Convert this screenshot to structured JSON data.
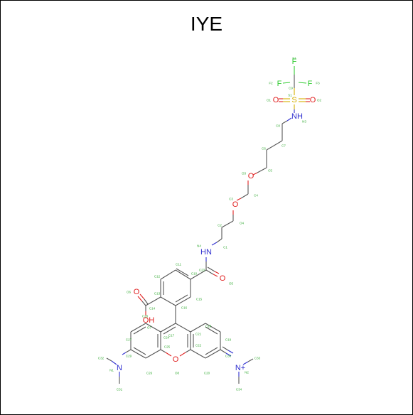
{
  "title": "IYE",
  "colors": {
    "carbon_bond": "#555555",
    "oxygen": "#e02020",
    "nitrogen": "#3030d0",
    "fluorine": "#33cc33",
    "sulfur": "#d4b000",
    "label": "#33aa33"
  },
  "atoms": {
    "F1": "F",
    "F2": "F",
    "F3": "F",
    "S1": "S",
    "O1": "O",
    "O2": "O",
    "N3": "NH",
    "O3": "O",
    "O4": "O",
    "N4": "HN",
    "O5": "O",
    "O6": "O",
    "O7": "OH",
    "O8": "O",
    "N1": "N",
    "N2": "N+"
  },
  "labels": {
    "l_f1": "F1",
    "l_f2": "F2",
    "l_f3": "F3",
    "l_c9": "C9",
    "l_s1": "S1",
    "l_o1": "O1",
    "l_o2": "O2",
    "l_n3": "N3",
    "l_c8": "C8",
    "l_c7": "C7",
    "l_c6": "C6",
    "l_c5": "C5",
    "l_o3": "O3",
    "l_c4": "C4",
    "l_c3": "C3",
    "l_o4": "O4",
    "l_c2": "C2",
    "l_c1": "C1",
    "l_n4": "N4",
    "l_c23": "C23",
    "l_o5": "O5",
    "l_c11": "C11",
    "l_c10": "C10",
    "l_c12": "C12",
    "l_c13": "C13",
    "l_c14": "C14",
    "l_c16": "C16",
    "l_c15": "C15",
    "l_o6": "O6",
    "l_o7": "O7",
    "l_c17": "C17",
    "l_c18": "C18",
    "l_c19": "C19",
    "l_c20": "C20",
    "l_c21": "C21",
    "l_c22": "C22",
    "l_c24": "C24",
    "l_c25": "C25",
    "l_c26": "C26",
    "l_c27": "C27",
    "l_c28": "C28",
    "l_o8": "O8",
    "l_c29": "C29",
    "l_c30": "C30",
    "l_c31": "C31",
    "l_c32": "C32",
    "l_c33": "C33",
    "l_c34": "C34",
    "l_n1": "N1",
    "l_n2": "N2"
  }
}
